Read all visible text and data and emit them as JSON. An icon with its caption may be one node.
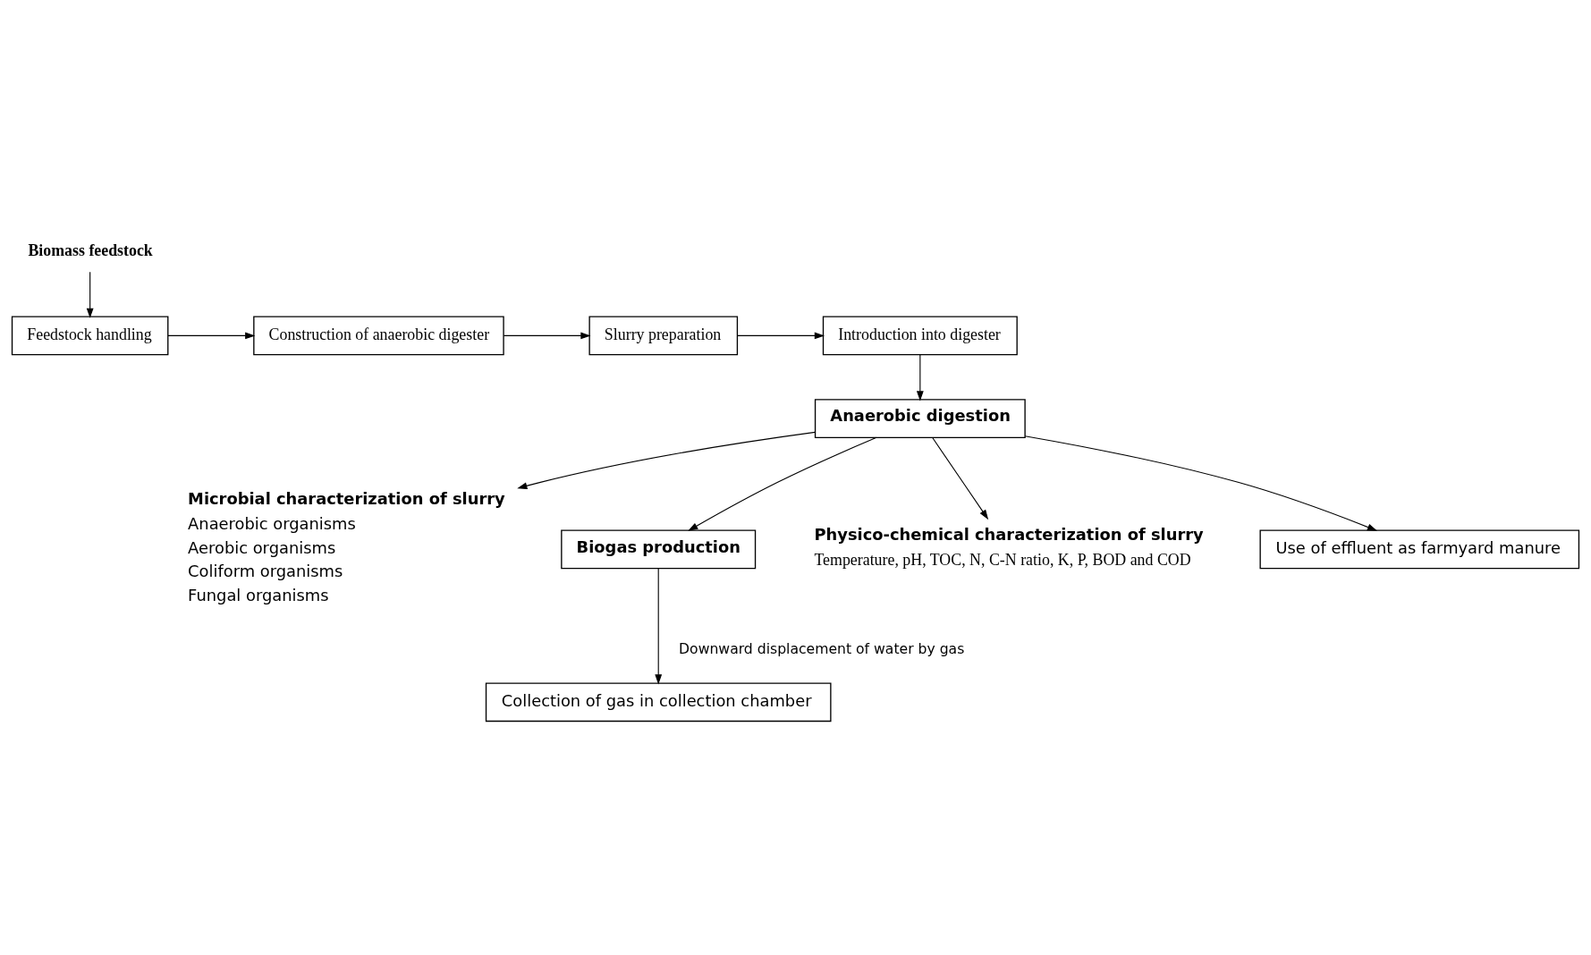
{
  "diagram": {
    "nodes": [
      {
        "text": [
          "Biomass feedstock"
        ]
      },
      {
        "text": [
          "Feedstock handling"
        ]
      },
      {
        "text": [
          "Construction of anaerobic digester"
        ]
      },
      {
        "text": [
          "Slurry preparation"
        ]
      },
      {
        "text": [
          "Introduction into digester"
        ]
      },
      {
        "text": [
          "Anaerobic digestion"
        ]
      },
      {
        "text": [
          "Microbial characterization of slurry",
          "Anaerobic organisms",
          "Aerobic organisms",
          "Coliform organisms",
          "Fungal organisms"
        ]
      },
      {
        "text": [
          "Biogas production"
        ]
      },
      {
        "text": [
          "Physico-chemical characterization of slurry",
          "Temperature, pH, TOC, N, C-N ratio, K, P, BOD and COD"
        ]
      },
      {
        "text": [
          "Collection of gas in collection chamber"
        ]
      },
      {
        "text": [
          "Use of effluent as farmyard manure"
        ]
      }
    ],
    "edges": [
      {
        "from": 0,
        "to": 1,
        "arrow": "to"
      },
      {
        "from": 1,
        "to": 2,
        "arrow": "to"
      },
      {
        "from": 2,
        "to": 3,
        "arrow": "to"
      },
      {
        "from": 3,
        "to": 4,
        "arrow": "to"
      },
      {
        "from": 4,
        "to": 5,
        "arrow": "to"
      },
      {
        "from": 5,
        "to": 6,
        "arrow": "to"
      },
      {
        "from": 5,
        "to": 7,
        "arrow": "to"
      },
      {
        "from": 5,
        "to": 8,
        "arrow": "to"
      },
      {
        "from": 7,
        "to": 9,
        "arrow": "to",
        "label": "Downward displacement of water by gas"
      },
      {
        "from": 5,
        "to": 10,
        "arrow": "to"
      }
    ]
  }
}
